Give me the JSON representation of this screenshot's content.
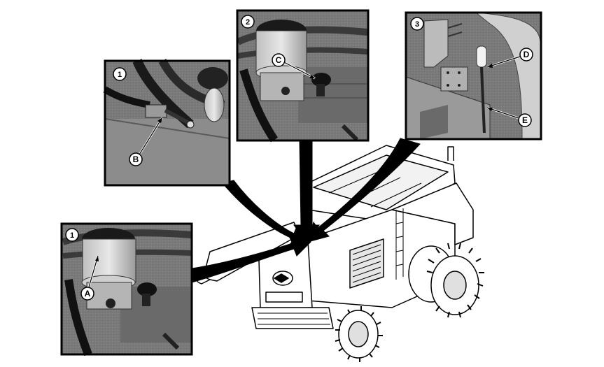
{
  "insets": [
    {
      "number": "1",
      "callouts": [
        "B"
      ]
    },
    {
      "number": "2",
      "callouts": [
        "C"
      ]
    },
    {
      "number": "3",
      "callouts": [
        "D",
        "E"
      ]
    },
    {
      "number": "1",
      "callouts": [
        "A"
      ]
    }
  ]
}
